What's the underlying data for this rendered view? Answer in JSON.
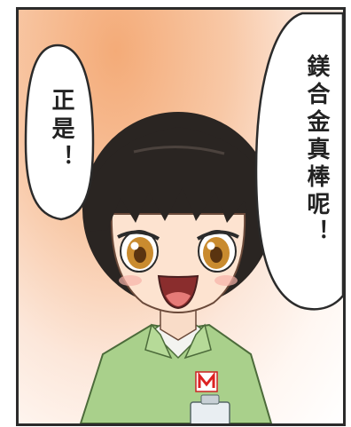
{
  "speech_left": "正是！",
  "speech_right": "鎂合金真棒呢！",
  "badge_logo": "M",
  "colors": {
    "background_top": "#f4ab78",
    "uniform": "#a9d08b",
    "hair": "#2a2522",
    "eyes": "#c98b2f",
    "outline": "#2b2b2b"
  }
}
